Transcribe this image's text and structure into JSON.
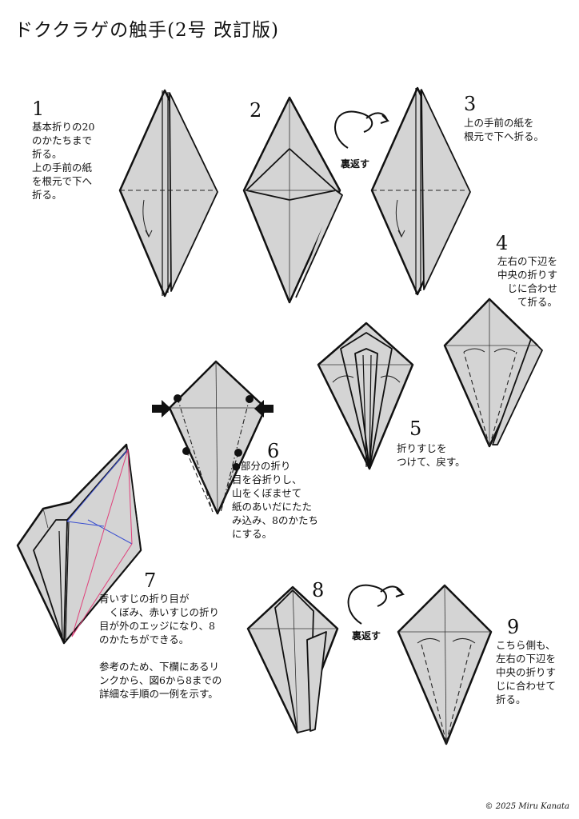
{
  "title": "ドククラゲの触手(2号 改訂版)",
  "steps": [
    {
      "num": "1",
      "text": "基本折りの20\nのかたちまで\n折る。\n上の手前の紙\nを根元で下へ\n折る。"
    },
    {
      "num": "2",
      "text": ""
    },
    {
      "num": "3",
      "text": "上の手前の紙を\n根元で下へ折る。"
    },
    {
      "num": "4",
      "text": "左右の下辺を\n中央の折りす\n　じに合わせ\n　　て折る。"
    },
    {
      "num": "5",
      "text": "折りすじを\nつけて、戻す。"
    },
    {
      "num": "6",
      "text": "●部分の折り\n目を谷折りし、\n山をくぼませて\n紙のあいだにたた\nみ込み、8のかたち\nにする。"
    },
    {
      "num": "7",
      "text": "青いすじの折り目が\n　くぼみ、赤いすじの折り\n目が外のエッジになり、8\nのかたちができる。\n\n参考のため、下欄にあるリ\nンクから、図6から8までの\n詳細な手順の一例を示す。"
    },
    {
      "num": "8",
      "text": ""
    },
    {
      "num": "9",
      "text": "こちら側も、\n左右の下辺を\n中央の折りす\nじに合わせて\n折る。"
    }
  ],
  "flip_label": "裏返す",
  "copyright": "© 2025 Miru Kanata",
  "icons": [
    "flip-arrow-icon",
    "push-arrow-icon",
    "fold-arrow-icon",
    "dot-marker-icon"
  ],
  "colors": {
    "paper": "#d4d4d4",
    "outline": "#111111",
    "valley_blue": "#3a4fd0",
    "edge_red": "#e0407a"
  }
}
